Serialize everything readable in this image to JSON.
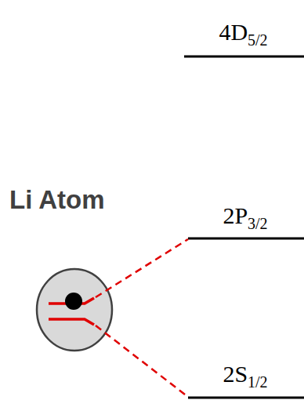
{
  "diagram": {
    "labels": [
      "4D5/2",
      "Li Atom",
      "2P3/2",
      "2S1/2"
    ]
  }
}
